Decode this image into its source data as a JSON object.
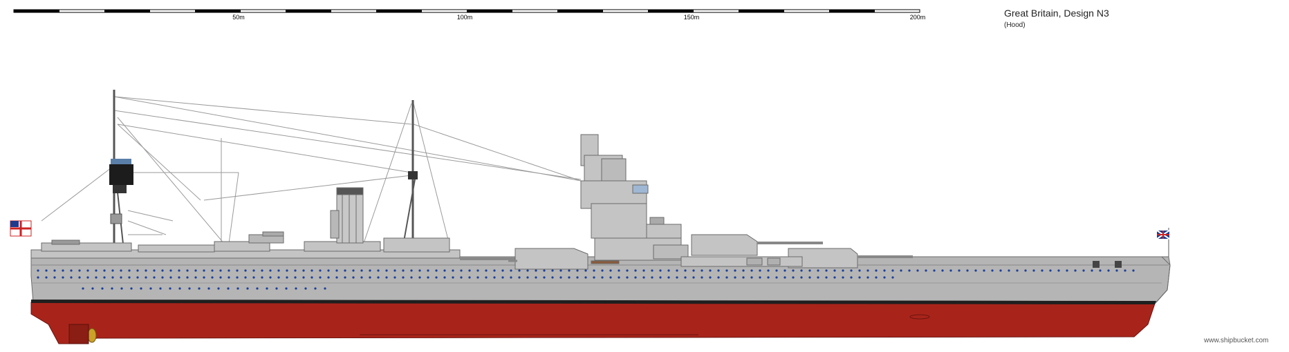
{
  "scale_bar": {
    "labels": [
      "50m",
      "100m",
      "150m",
      "200m"
    ]
  },
  "title": "Great Britain, Design N3",
  "subtitle": "(Hood)",
  "credit": "www.shipbucket.com",
  "colors": {
    "hull_red": "#a8241a",
    "hull_grey": "#b5b5b5",
    "superstructure_grey": "#c4c4c4",
    "boot_topping": "#1f1f1f",
    "porthole_blue": "#1a3f9a",
    "rigging": "#8c8c8c"
  },
  "flags": [
    "white-ensign-stern",
    "union-jack-bow"
  ]
}
